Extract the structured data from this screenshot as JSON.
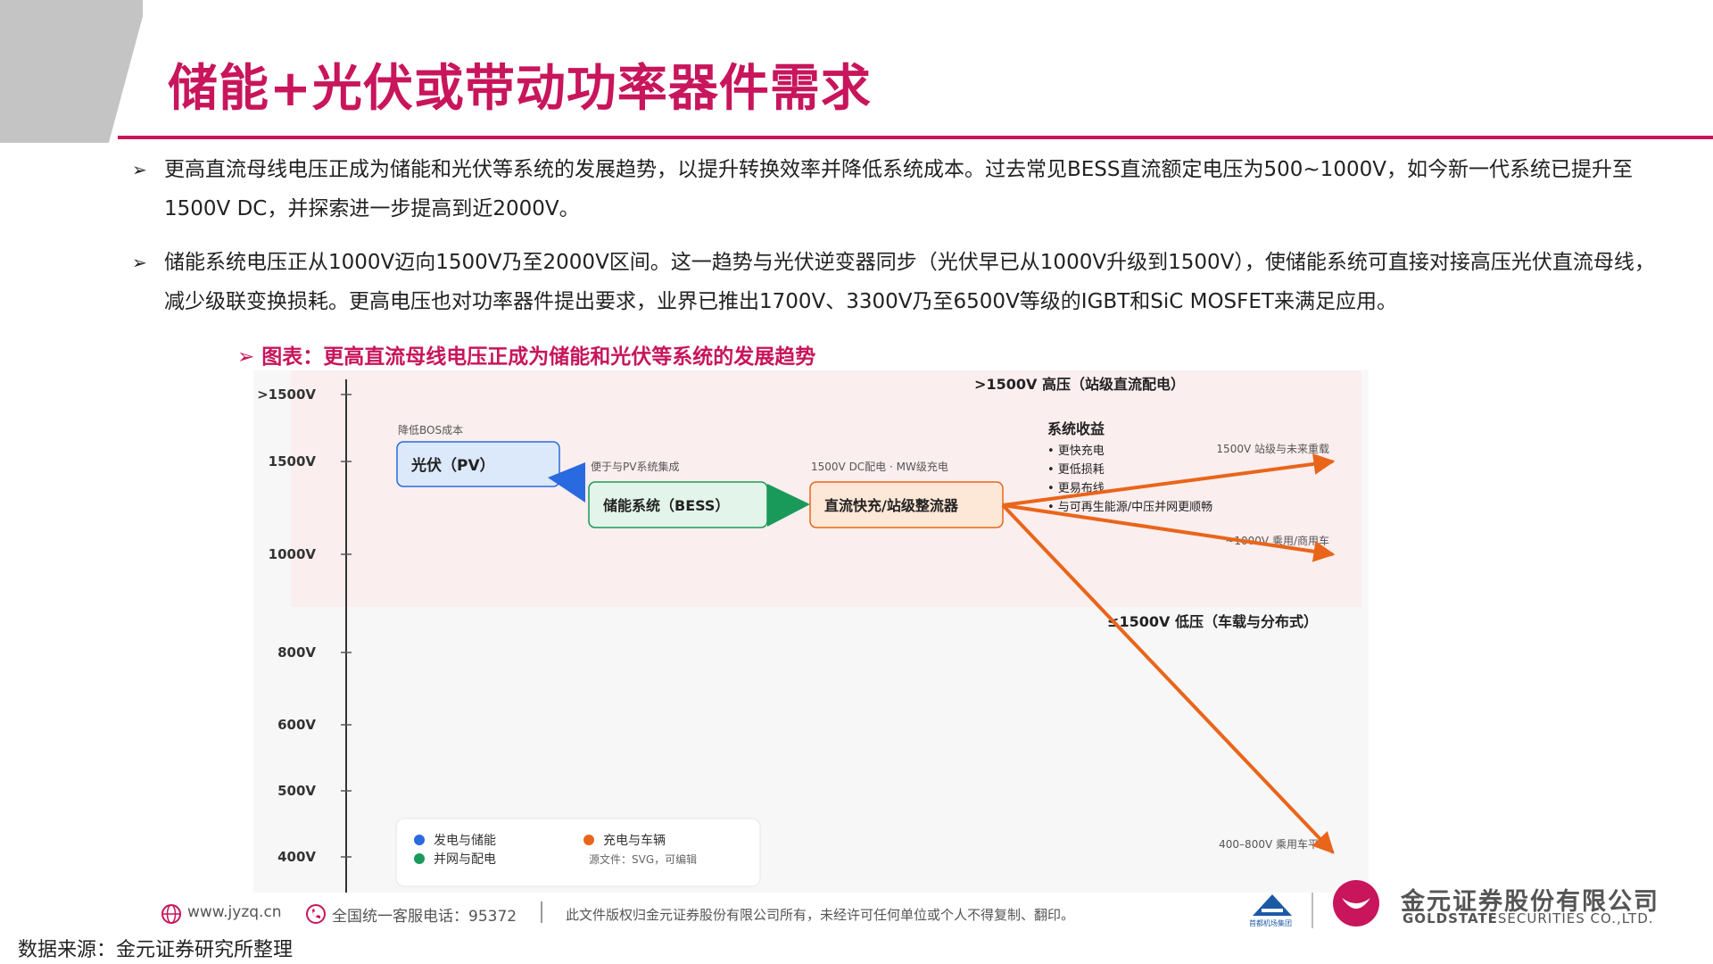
{
  "header": {
    "title": "储能+光伏或带动功率器件需求"
  },
  "bullets": [
    {
      "marker": "➢",
      "text": "更高直流母线电压正成为储能和光伏等系统的发展趋势，以提升转换效率并降低系统成本。过去常见BESS直流额定电压为500~1000V，如今新一代系统已提升至1500V DC，并探索进一步提高到近2000V。"
    },
    {
      "marker": "➢",
      "text": "储能系统电压正从1000V迈向1500V乃至2000V区间。这一趋势与光伏逆变器同步（光伏早已从1000V升级到1500V），使储能系统可直接对接高压光伏直流母线，减少级联变换损耗。更高电压也对功率器件提出要求，业界已推出1700V、3300V乃至6500V等级的IGBT和SiC MOSFET来满足应用。"
    }
  ],
  "figure": {
    "title": "➢ 图表：更高直流母线电压正成为储能和光伏等系统的发展趋势",
    "y_ticks": [
      ">1500V",
      "1500V",
      "1000V",
      "800V",
      "600V",
      "500V",
      "400V"
    ],
    "zone_high_label": ">1500V 高压（站级直流配电）",
    "zone_low_label": "≤1500V 低压（车载与分布式）",
    "nodes": [
      {
        "label": "光伏（PV）",
        "note": "降低BOS成本",
        "fill": "#dce9fb",
        "stroke": "#2a6ae0"
      },
      {
        "label": "储能系统（BESS）",
        "note": "便于与PV系统集成",
        "fill": "#e3f5ea",
        "stroke": "#1a9a5a"
      },
      {
        "label": "直流快充/站级整流器",
        "note": "1500V DC配电 · MW级充电",
        "fill": "#fde7d6",
        "stroke": "#e9651a"
      }
    ],
    "benefits": {
      "title": "系统收益",
      "items": [
        "• 更快充电",
        "• 更低损耗",
        "• 更易布线",
        "• 与可再生能源/中压并网更顺畅"
      ]
    },
    "targets": [
      "1500V 站级与未来重载",
      "~1000V 乘用/商用车",
      "400–800V 乘用车平台"
    ],
    "legend": [
      "发电与储能",
      "充电与车辆",
      "并网与配电",
      "源文件：SVG，可编辑"
    ],
    "colors": {
      "pv": "#2a6ae0",
      "bess": "#1a9a5a",
      "charge": "#e9651a",
      "accent": "#c8155c"
    }
  },
  "footer": {
    "website": "www.jyzq.cn",
    "hotline": "全国统一客服电话：95372",
    "copyright": "此文件版权归金元证券股份有限公司所有，未经许可任何单位或个人不得复制、翻印。",
    "partner_logo_text": "首都机场集团",
    "logo_cn": "金元证券股份有限公司",
    "logo_en_bold": "GOLDSTATE",
    "logo_en_rest": "SECURITIES CO.,LTD."
  },
  "source": "数据来源：金元证券研究所整理"
}
